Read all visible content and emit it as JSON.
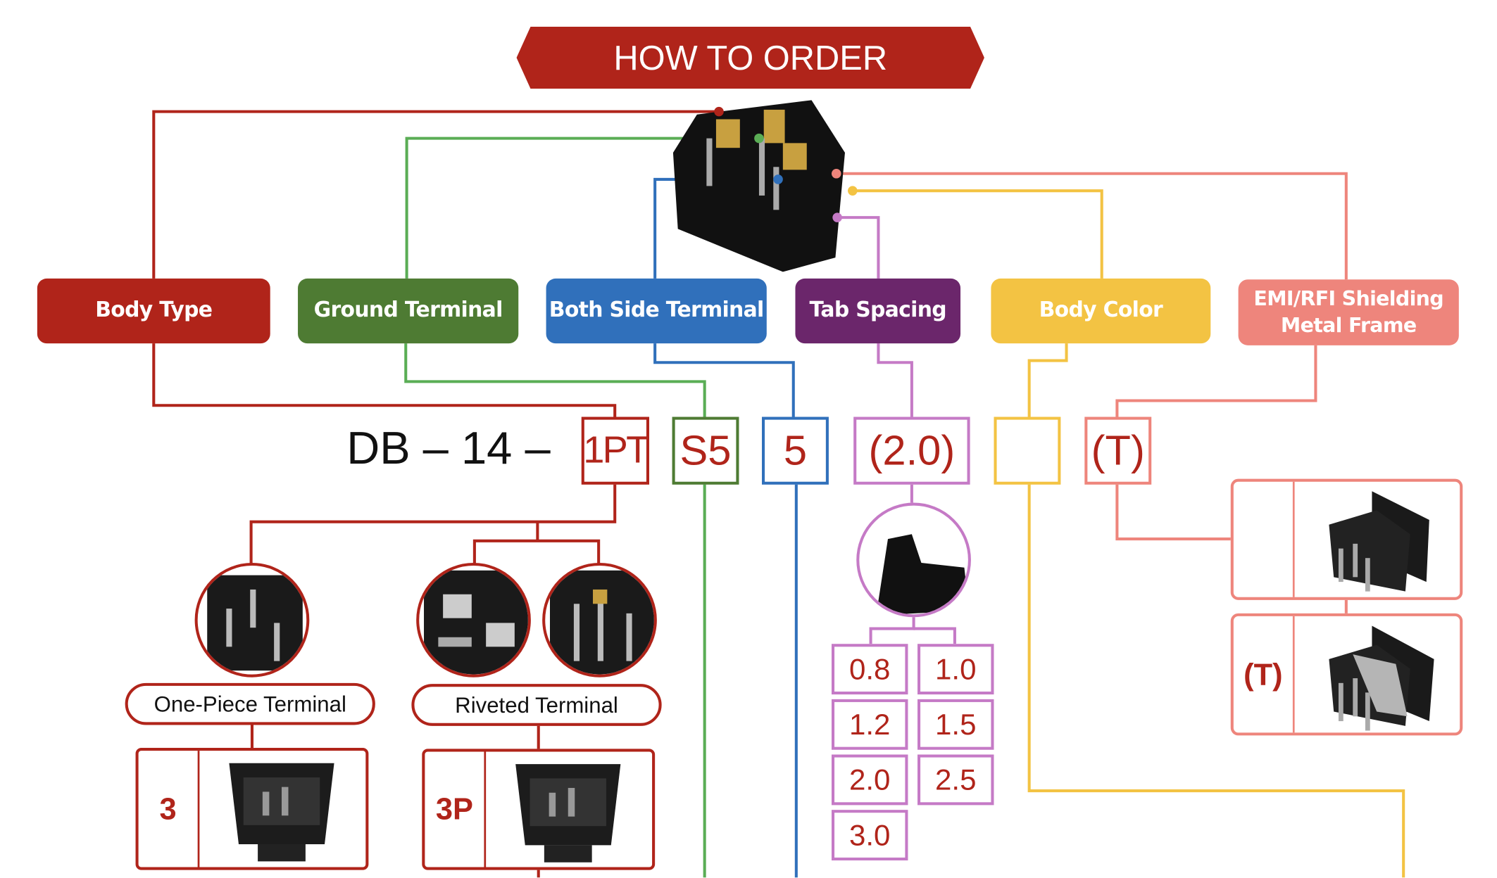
{
  "banner": {
    "title": "HOW TO ORDER"
  },
  "categories": {
    "body_type": "Body Type",
    "ground_terminal": "Ground Terminal",
    "both_side_terminal": "Both Side Terminal",
    "tab_spacing": "Tab Spacing",
    "body_color": "Body Color",
    "emi_line1": "EMI/RFI Shielding",
    "emi_line2": "Metal Frame"
  },
  "code": {
    "prefix": "DB – 14 –",
    "body_type": "1PT",
    "ground": "S5",
    "both_side": "5",
    "tab_spacing": "(2.0)",
    "body_color": "",
    "emi": "(T)"
  },
  "body_type_options": [
    {
      "name": "One-Piece Terminal",
      "code": "3"
    },
    {
      "name": "Riveted Terminal",
      "code": "3P"
    }
  ],
  "tab_spacing_options": [
    "0.8",
    "1.0",
    "1.2",
    "1.5",
    "2.0",
    "2.5",
    "3.0"
  ],
  "emi_options": [
    "",
    "(T)"
  ],
  "colors": {
    "red": "#b0241a",
    "green": "#4e7b33",
    "blue": "#3070bb",
    "purple": "#6b266b",
    "purple_light": "#c57ac6",
    "yellow": "#f3c343",
    "salmon": "#ee857c"
  }
}
